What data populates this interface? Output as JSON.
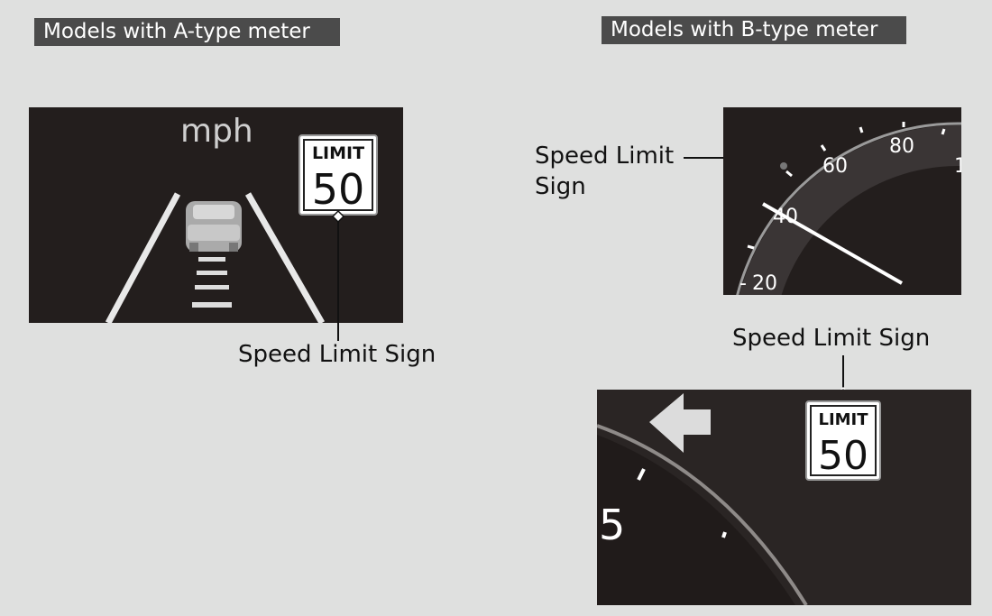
{
  "headers": {
    "a_type": "Models with A-type meter",
    "b_type": "Models with B-type meter"
  },
  "a_meter": {
    "unit": "mph",
    "sign": {
      "top": "LIMIT",
      "value": "50"
    },
    "callout": "Speed Limit Sign"
  },
  "b_meter": {
    "speedometer_ticks": [
      "20",
      "40",
      "60",
      "80",
      "1"
    ],
    "callout_line1": "Speed Limit",
    "callout_line2": "Sign",
    "callout_bottom": "Speed Limit Sign",
    "partial_digit": "5",
    "sign": {
      "top": "LIMIT",
      "value": "50"
    }
  },
  "colors": {
    "background": "#dfe0df",
    "header": "#4b4b4b",
    "panel": "#231e1d"
  }
}
